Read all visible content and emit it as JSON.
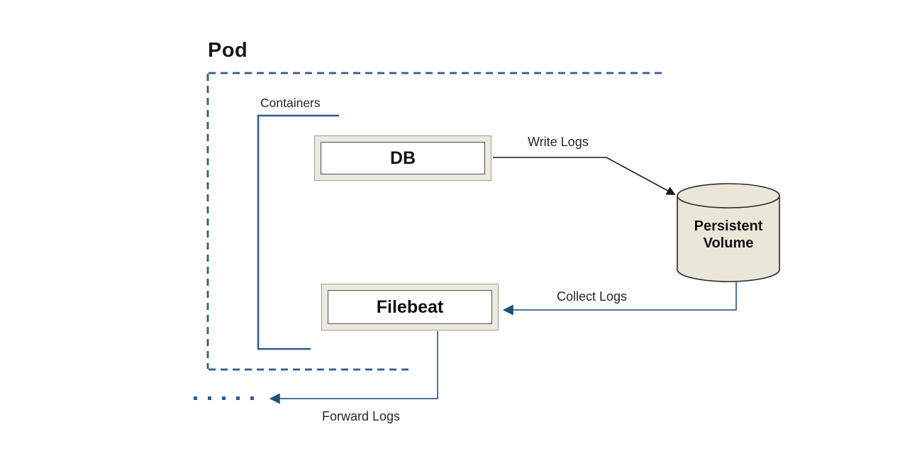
{
  "diagram": {
    "pod": {
      "label": "Pod"
    },
    "containers_group": {
      "label": "Containers"
    },
    "nodes": {
      "db": {
        "label": "DB",
        "type": "container-box"
      },
      "filebeat": {
        "label": "Filebeat",
        "type": "container-box"
      },
      "persistent_volume": {
        "label": "Persistent Volume",
        "line1": "Persistent",
        "line2": "Volume",
        "type": "cylinder"
      }
    },
    "edges": {
      "write_logs": {
        "label": "Write Logs",
        "from": "DB",
        "to": "Persistent Volume"
      },
      "collect_logs": {
        "label": "Collect Logs",
        "from": "Persistent Volume",
        "to": "Filebeat"
      },
      "forward_logs": {
        "label": "Forward Logs",
        "from": "Filebeat",
        "to": "outside pod"
      }
    },
    "colors": {
      "pod_border": "#2e5b8f",
      "bracket": "#2e5b8f",
      "arrow_blue": "#4e739e",
      "arrowhead_blue": "#1f4e79",
      "arrow_black": "#1a1a1a",
      "box_outer_fill": "#eceadf",
      "box_outer_border": "#9e9e90",
      "box_inner_border": "#4d4d4d",
      "cylinder_fill": "#eae7d9",
      "cylinder_stroke": "#262626"
    }
  }
}
